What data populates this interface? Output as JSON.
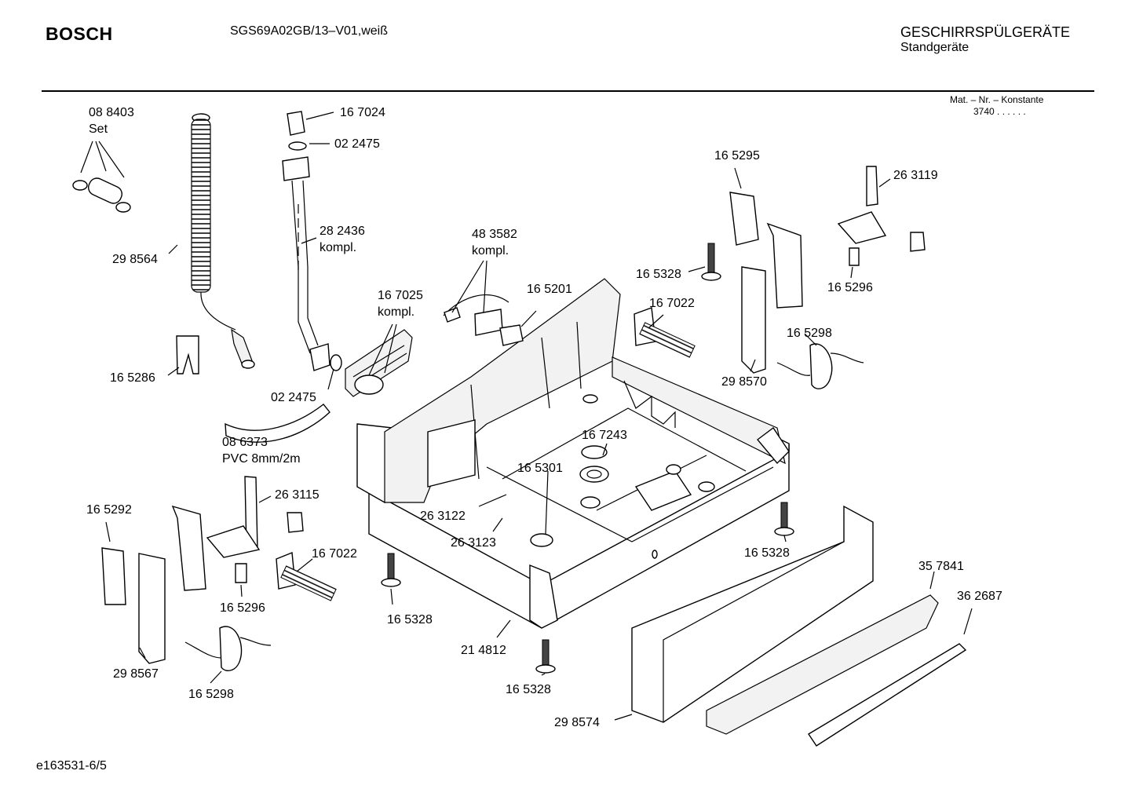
{
  "header": {
    "brand": "BOSCH",
    "model": "SGS69A02GB/13–V01,weiß",
    "category": "GESCHIRRSPÜLGERÄTE",
    "subcategory": "Standgeräte",
    "mat_label": "Mat. – Nr. – Konstante",
    "mat_value": "3740  .  .  .  .  .  ."
  },
  "footer": {
    "code": "e163531-6/5"
  },
  "labels": {
    "p088403": "08 8403",
    "set": "Set",
    "p298564": "29 8564",
    "p165286": "16 5286",
    "p167024": "16 7024",
    "p022475a": "02 2475",
    "p282436": "28 2436",
    "kompl_a": "kompl.",
    "p167025": "16 7025",
    "kompl_b": "kompl.",
    "p022475b": "02 2475",
    "p086373": "08 6373",
    "pvc": "PVC 8mm/2m",
    "p483582": "48 3582",
    "kompl_c": "kompl.",
    "p165201": "16 5201",
    "p165295": "16 5295",
    "p263119": "26 3119",
    "p165328a": "16 5328",
    "p167022a": "16 7022",
    "p165296a": "16 5296",
    "p165298a": "16 5298",
    "p298570": "29 8570",
    "p167243": "16 7243",
    "p165301": "16 5301",
    "p263122": "26 3122",
    "p263123": "26 3123",
    "p165292": "16 5292",
    "p263115": "26 3115",
    "p167022b": "16 7022",
    "p165296b": "16 5296",
    "p298567": "29 8567",
    "p165298b": "16 5298",
    "p165328b": "16 5328",
    "p214812": "21 4812",
    "p165328c": "16 5328",
    "p165328d": "16 5328",
    "p357841": "35 7841",
    "p362687": "36 2687",
    "p298574": "29 8574"
  }
}
